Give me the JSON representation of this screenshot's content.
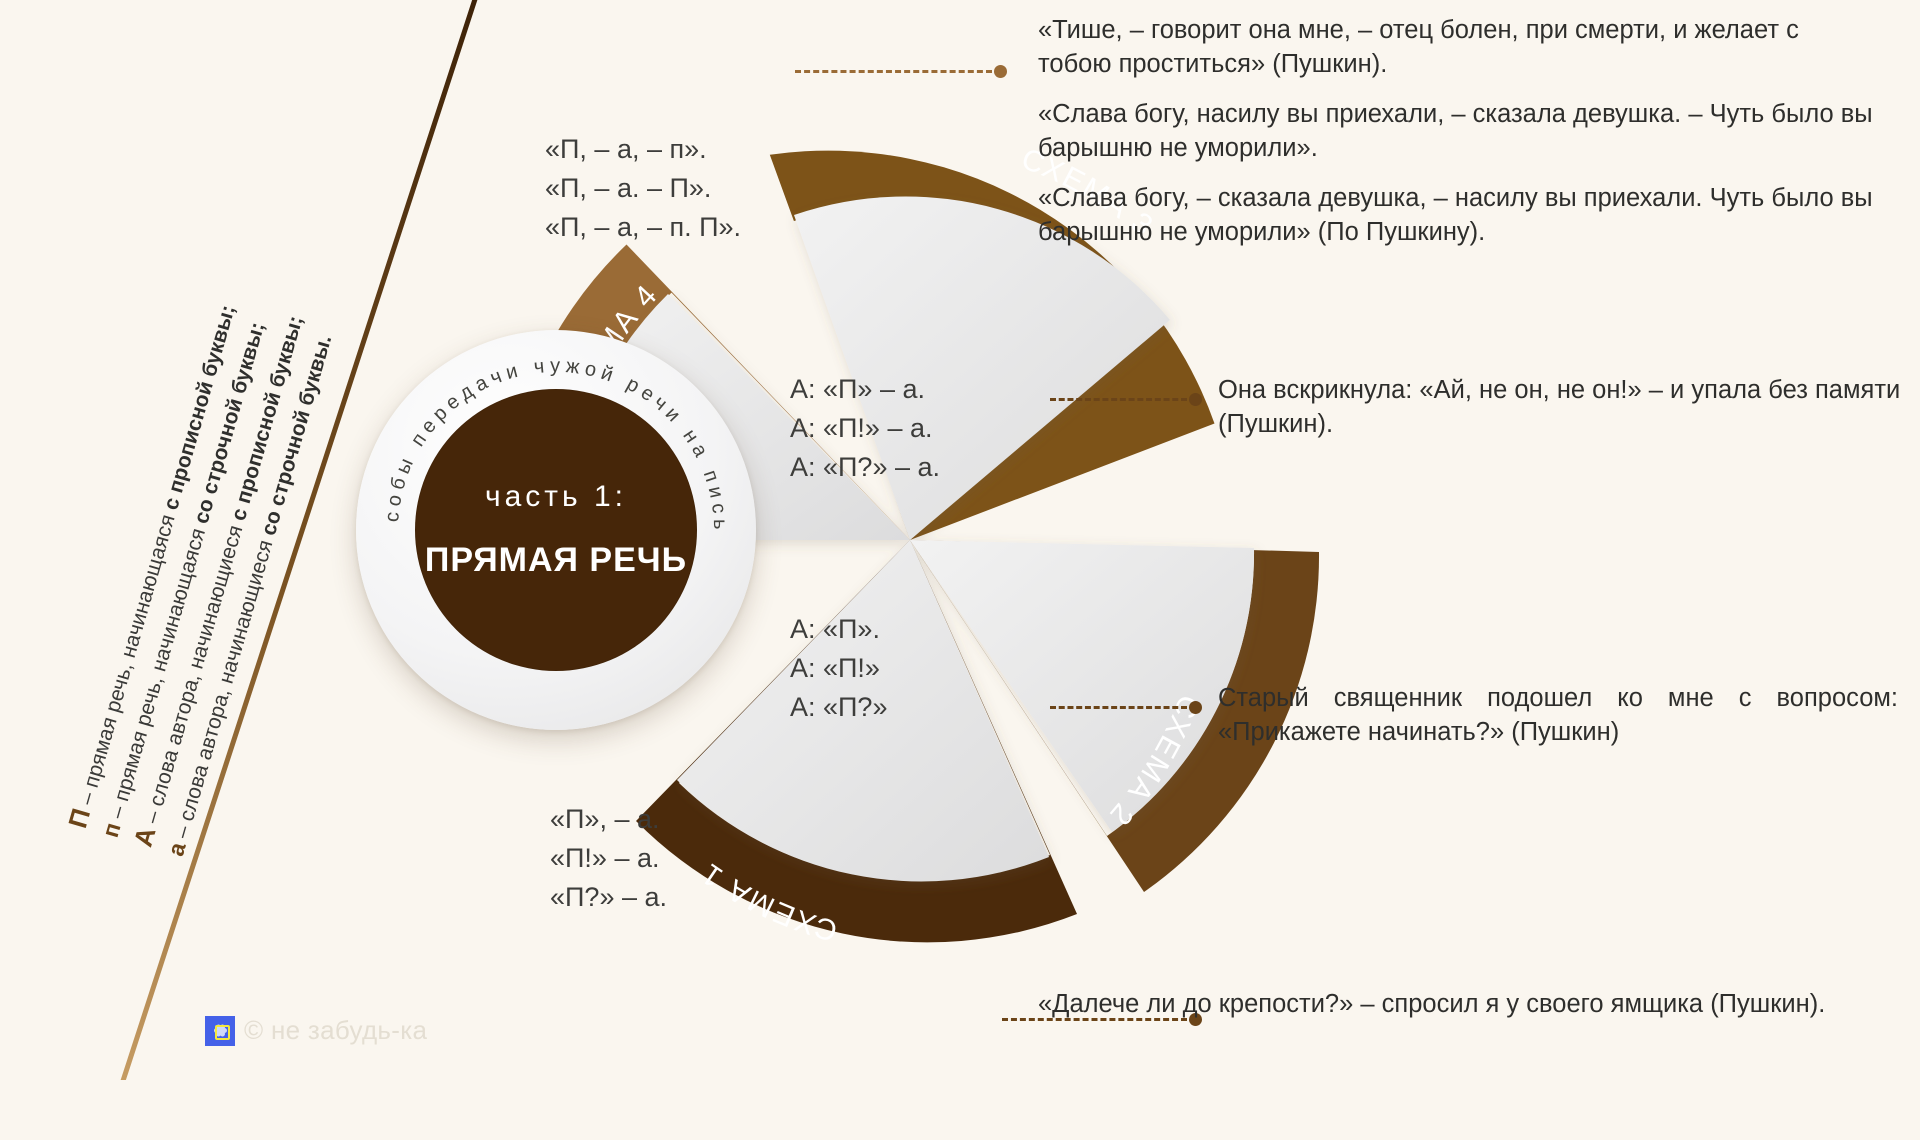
{
  "page": {
    "background_color": "#faf6ef",
    "accent_dark": "#462609",
    "accent_mid": "#6b4418",
    "accent_light": "#9a6b36"
  },
  "center": {
    "ring_text": "способы передачи чужой речи на письме",
    "part_label": "часть 1:",
    "title": "ПРЯМАЯ РЕЧЬ"
  },
  "legend": {
    "lines": [
      {
        "key": "П",
        "rest": " – прямая речь, начинающаяся с прописной буквы;",
        "bold_tail": "с прописной буквы;"
      },
      {
        "key": "п",
        "rest": " – прямая речь, начинающаяся со строчной буквы;",
        "bold_tail": "со строчной буквы;"
      },
      {
        "key": "А",
        "rest": " – слова автора, начинающиеся с прописной буквы;",
        "bold_tail": "с прописной буквы;"
      },
      {
        "key": "а",
        "rest": " – слова автора, начинающиеся со строчной буквы.",
        "bold_tail": "со строчной буквы."
      }
    ],
    "l1_key": "П",
    "l1_mid": " – прямая речь",
    "l1_tail": ", начинающаяся ",
    "l1_bold": "с прописной буквы;",
    "l2_key": "п",
    "l2_mid": " – прямая речь",
    "l2_tail": ", начинающаяся ",
    "l2_bold": "со строчной буквы;",
    "l3_key": "А",
    "l3_mid": " – слова автора",
    "l3_tail": ", начинающиеся ",
    "l3_bold": "с прописной буквы;",
    "l4_key": "а",
    "l4_mid": " – слова автора",
    "l4_tail": ", начинающиеся ",
    "l4_bold": "со строчной буквы."
  },
  "sectors": [
    {
      "id": "scheme4",
      "band_label": "СХЕМА 4",
      "band_color": "#9a6b36",
      "formulas": [
        "«П, – а, – п».",
        "«П, – а. – П».",
        "«П, – а, – п. П»."
      ]
    },
    {
      "id": "scheme3",
      "band_label": "СХЕМА 3",
      "band_color": "#7d5318",
      "formulas": [
        "А: «П» – а.",
        "А: «П!» – а.",
        "А: «П?» – а."
      ]
    },
    {
      "id": "scheme2",
      "band_label": "СХЕМА 2",
      "band_color": "#6b4418",
      "formulas": [
        "А: «П».",
        "А: «П!»",
        "А: «П?»"
      ]
    },
    {
      "id": "scheme1",
      "band_label": "СХЕМА 1",
      "band_color": "#4b2a0b",
      "formulas": [
        "«П», – а.",
        "«П!» – а.",
        "«П?» – а."
      ]
    }
  ],
  "callouts": {
    "scheme4": [
      "«Тише, – говорит она мне, – отец болен, при смерти, и желает с тобою проститься» (Пушкин).",
      "«Слава богу, насилу вы приехали, – сказала девушка. – Чуть было вы барышню не уморили».",
      "«Слава богу, – сказала девушка, – насилу вы приехали. Чуть было вы барышню не уморили» (По Пушкину)."
    ],
    "scheme3": [
      "Она вскрикнула: «Ай, не он, не он!» – и упала без памяти (Пушкин)."
    ],
    "scheme2": [
      "Старый священник подошел ко мне с вопросом: «Прикажете начинать?» (Пушкин)"
    ],
    "scheme1": [
      "«Далече ли до крепости?» – спросил я у своего ямщика (Пушкин)."
    ]
  },
  "watermark": {
    "icon": "flower-badge-icon",
    "text": "© не забудь-ка"
  }
}
